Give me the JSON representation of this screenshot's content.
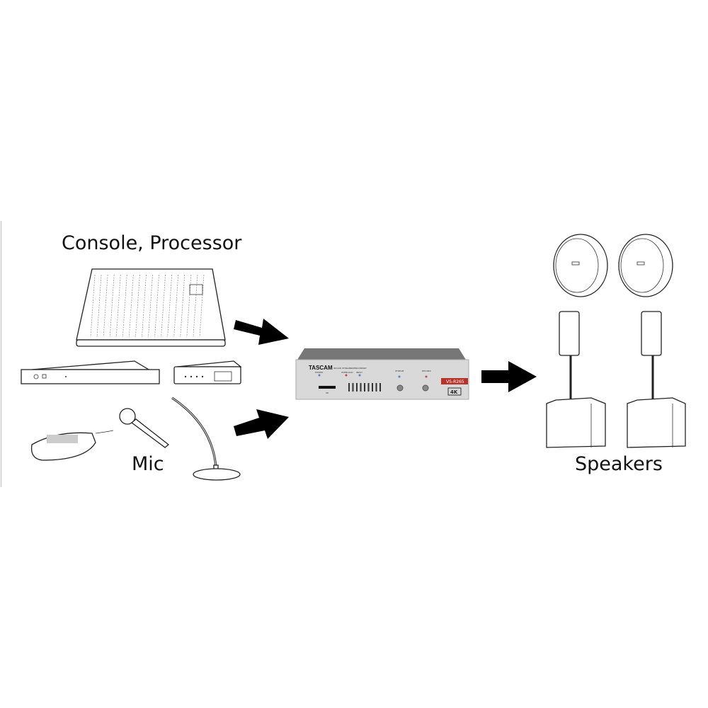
{
  "labels": {
    "sources": "Console, Processor",
    "mic": "Mic",
    "speakers": "Speakers"
  },
  "device": {
    "brand": "TASCAM",
    "subtitle": "4K/UHD STREAMER/RECORDER",
    "model": "VS-R265",
    "badge": "4K",
    "indicators": {
      "power": "POWER",
      "overload": "OVERLOAD",
      "input": "INPUT",
      "stream": "STREAM",
      "record": "RECORD",
      "sd": "SD"
    }
  },
  "colors": {
    "arrow": "#000000",
    "model_badge": "#b8322a",
    "panel": "#d9d9d9"
  }
}
